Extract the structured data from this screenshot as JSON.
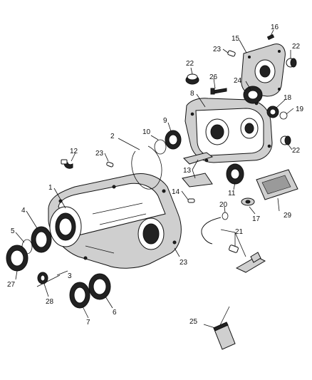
{
  "callouts": [
    "1",
    "2",
    "3",
    "4",
    "5",
    "6",
    "7",
    "8",
    "9",
    "10",
    "11",
    "12",
    "13",
    "14",
    "15",
    "16",
    "17",
    "18",
    "19",
    "20",
    "21",
    "22",
    "23",
    "24",
    "25",
    "26",
    "27",
    "28",
    "29"
  ],
  "repeated": {
    "22": 3,
    "23": 3,
    "21": 1
  }
}
